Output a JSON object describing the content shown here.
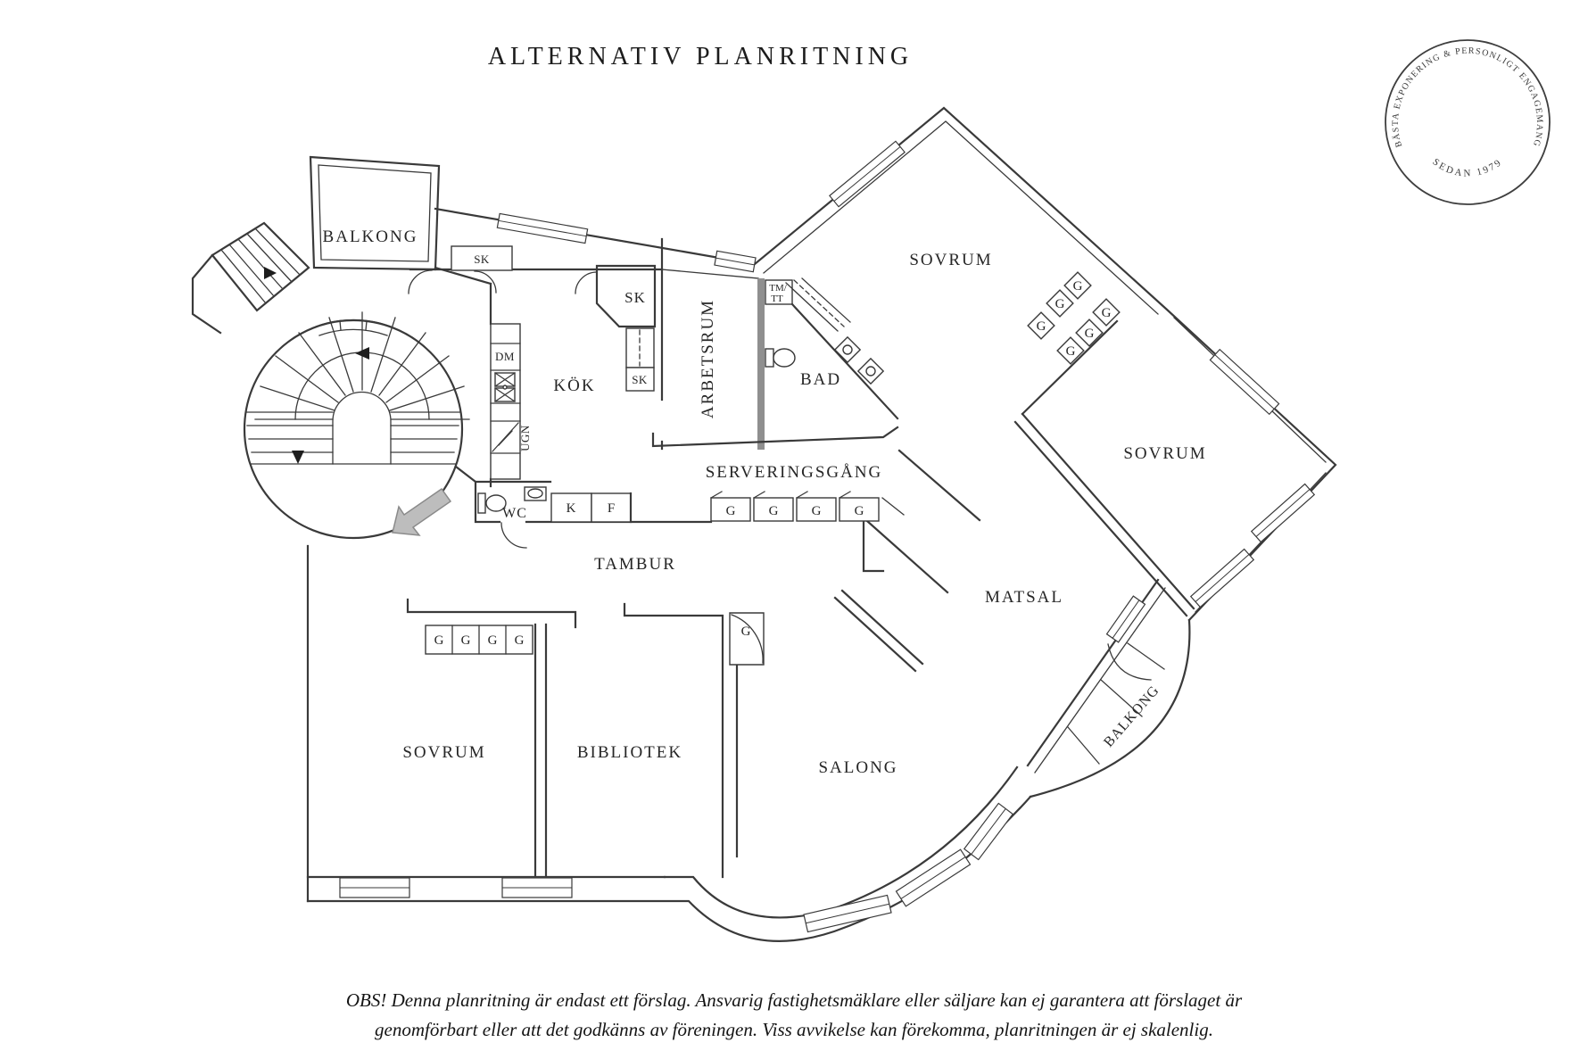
{
  "title": "ALTERNATIV PLANRITNING",
  "stamp": {
    "arc": "BÄSTA EXPONERING & PERSONLIGT ENGAGEMANG",
    "bottom": "SEDAN 1979"
  },
  "rooms": {
    "balkong_top": "BALKONG",
    "sovrum_top_right": "SOVRUM",
    "sovrum_right": "SOVRUM",
    "sovrum_bottom_left": "SOVRUM",
    "kok": "KÖK",
    "arbetsrum": "ARBETSRUM",
    "bad": "BAD",
    "serveringsgang": "SERVERINGSGÅNG",
    "tambur": "TAMBUR",
    "wc": "WC",
    "matsal": "MATSAL",
    "bibliotek": "BIBLIOTEK",
    "salong": "SALONG",
    "balkong_bottom": "BALKONG"
  },
  "labels": {
    "sk": "SK",
    "dm": "DM",
    "ugn": "UGN",
    "tm": "TM/",
    "tt": "TT",
    "k": "K",
    "f": "F",
    "g": "G"
  },
  "disclaimer": {
    "line1": "OBS! Denna planritning är endast ett förslag. Ansvarig fastighetsmäklare eller säljare kan ej garantera att förslaget är",
    "line2": "genomförbart eller att det godkänns av föreningen. Viss avvikelse kan förekomma, planritningen är ej skalenlig."
  },
  "colors": {
    "wall": "#3a3a3a",
    "thick_wall": "#8f8f8f",
    "entrance_arrow": "#bdbdbd",
    "text": "#262626"
  }
}
